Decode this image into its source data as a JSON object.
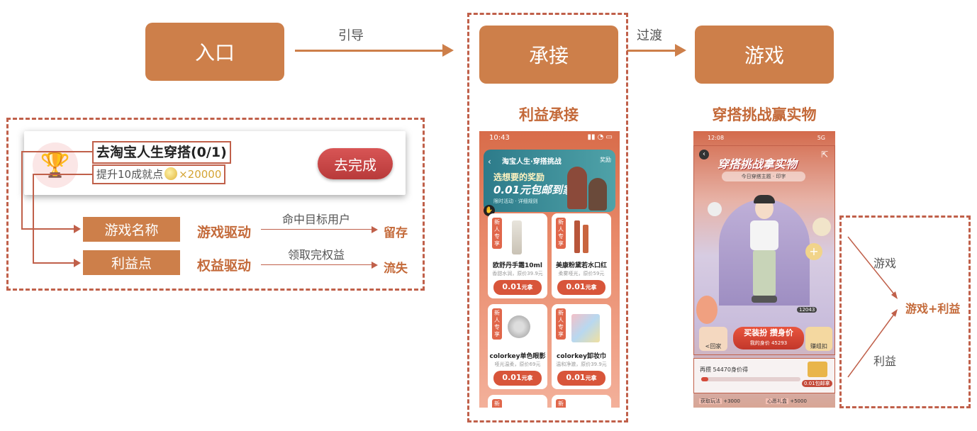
{
  "flow": {
    "entry_label": "入口",
    "guide_label": "引导",
    "receive_label": "承接",
    "transition_label": "过渡",
    "game_label": "游戏"
  },
  "task_card": {
    "title": "去淘宝人生穿搭(0/1)",
    "subtitle_prefix": "提升10成就点",
    "subtitle_suffix": "×20000",
    "button_label": "去完成"
  },
  "breakdown": {
    "rows": [
      {
        "label": "游戏名称",
        "driver": "游戏驱动",
        "action": "命中目标用户",
        "result": "留存"
      },
      {
        "label": "利益点",
        "driver": "权益驱动",
        "action": "领取完权益",
        "result": "流失"
      }
    ]
  },
  "benefit_section": {
    "title": "利益承接",
    "phone": {
      "time": "10:43",
      "header_title": "淘宝人生·穿搭挑战",
      "header_right": "奖励",
      "banner_line1": "选想要的奖励",
      "banner_line2": "0.01元包邮到家",
      "banner_sub": "限时活动 · 详细规则",
      "badge": "新人专享",
      "products": [
        {
          "name": "欧舒丹手霜10ml",
          "desc": "香甜水润，原价39.9元",
          "price": "0.01",
          "unit": "元拿"
        },
        {
          "name": "美康粉黛若水口红",
          "desc": "柔雾哑光，原价59元",
          "price": "0.01",
          "unit": "元拿"
        },
        {
          "name": "colorkey单色眼影",
          "desc": "哑光温柔，原价69元",
          "price": "0.01",
          "unit": "元拿"
        },
        {
          "name": "colorkey卸妆巾",
          "desc": "温和净澈，原价39.9元",
          "price": "0.01",
          "unit": "元拿"
        }
      ]
    }
  },
  "game_section": {
    "title": "穿搭挑战赢实物",
    "phone": {
      "time": "12:08",
      "signal": "5G",
      "header_title": "穿搭挑战拿实物",
      "theme_label": "今日穿搭主题",
      "theme_value": "印字",
      "buy_button": "买装扮 攒身价",
      "buy_sub": "我的身价 45293",
      "back_label": "<回家",
      "right_label": "赚组扣",
      "value_small": "12043",
      "progress_text": "再攒 54470身价得",
      "progress_tag": "0.01包邮拿",
      "footer_left": "获取玩法",
      "footer_left_val": "+3000",
      "footer_right": "心愿礼盒",
      "footer_right_val": "+5000"
    }
  },
  "outcome": {
    "game_label": "游戏",
    "benefit_label": "利益",
    "result_label": "游戏+利益"
  }
}
